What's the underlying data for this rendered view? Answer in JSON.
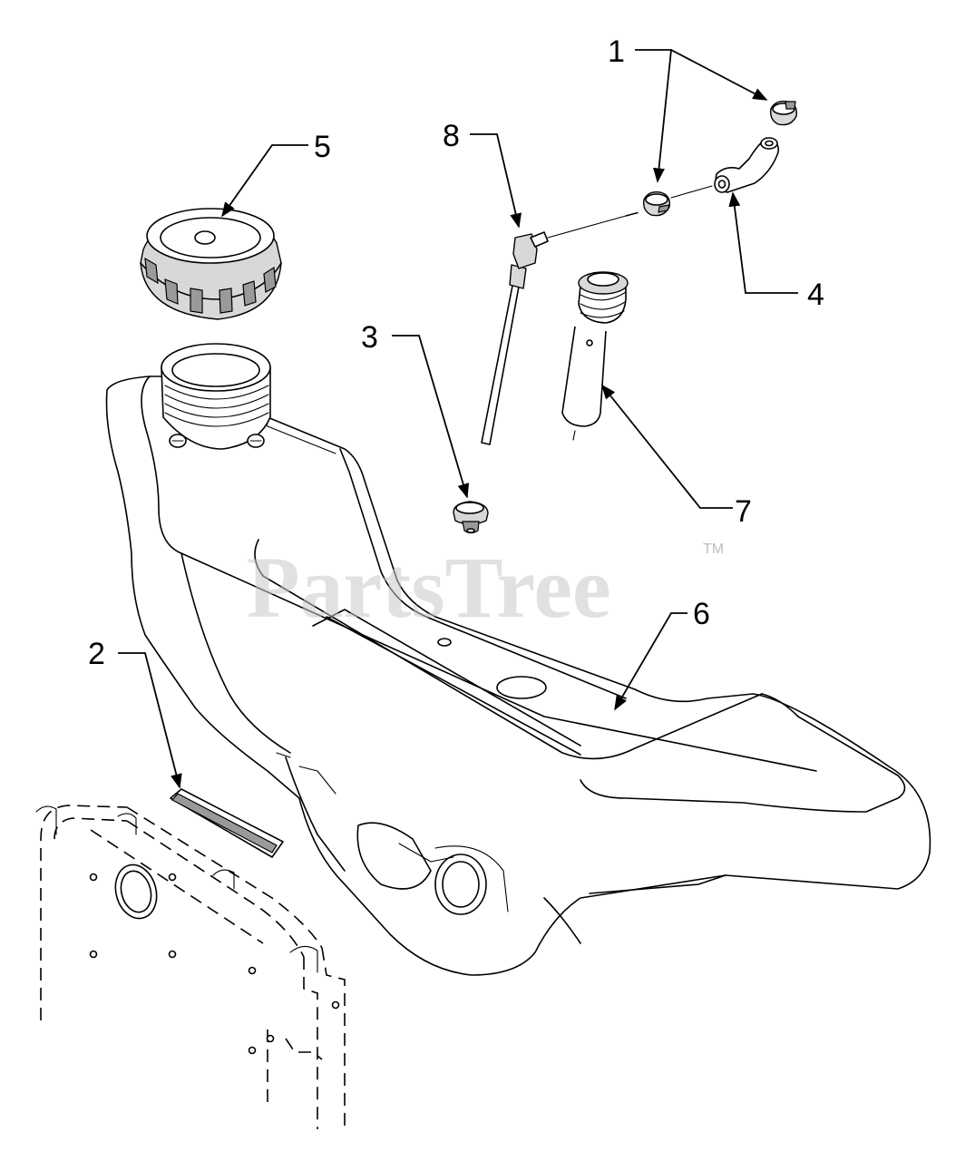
{
  "diagram": {
    "callouts": [
      {
        "id": "callout-1",
        "label": "1"
      },
      {
        "id": "callout-2",
        "label": "2"
      },
      {
        "id": "callout-3",
        "label": "3"
      },
      {
        "id": "callout-4",
        "label": "4"
      },
      {
        "id": "callout-5",
        "label": "5"
      },
      {
        "id": "callout-6",
        "label": "6"
      },
      {
        "id": "callout-7",
        "label": "7"
      },
      {
        "id": "callout-8",
        "label": "8"
      }
    ],
    "watermark": {
      "text": "PartsTree",
      "trademark": "TM"
    }
  }
}
